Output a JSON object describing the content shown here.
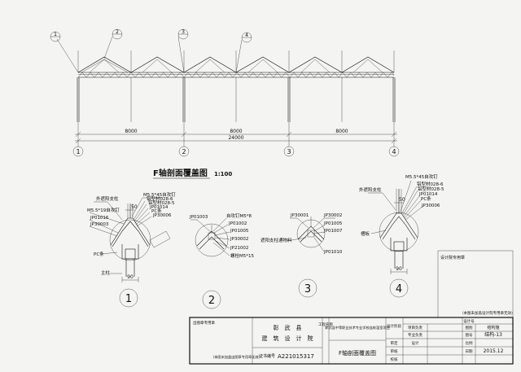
{
  "section": {
    "title": "F轴剖面覆盖图",
    "scale": "1:100",
    "callouts": [
      "1",
      "2",
      "3",
      "4"
    ],
    "grid_axes": [
      "1",
      "2",
      "3",
      "4"
    ],
    "spans": [
      "8000",
      "8000",
      "8000"
    ],
    "total": "24000"
  },
  "detail1": {
    "labels": [
      "M5.5*45自攻钉",
      "铝型材028-6",
      "铝型材028-5",
      "JP01014",
      "PC条",
      "JP30006",
      "外遮阳支柱",
      "M5.5*19自攻钉",
      "JP01016",
      "JP30003",
      "PC条",
      "主柱"
    ],
    "dim_top": "50",
    "dim_bottom": "90",
    "id": "1"
  },
  "detail2": {
    "labels": [
      "JP01003",
      "自攻钉M5*8",
      "JP01002",
      "JP01005",
      "JP30002",
      "JP21002",
      "螺栓M5*15"
    ],
    "id": "2"
  },
  "detail3": {
    "labels": [
      "JP30001",
      "JP30002",
      "JP01005",
      "JP01007",
      "遮阳支柱通物料",
      "JP01010"
    ],
    "id": "3"
  },
  "detail4": {
    "labels": [
      "M5.5*45自攻钉",
      "铝型材028-6",
      "铝型材028-5",
      "JP01014",
      "PC条",
      "JP30006",
      "外遮阳支柱",
      "槽板"
    ],
    "dim_top": "50",
    "dim_bottom": "90",
    "id": "4"
  },
  "side_box": {
    "label": "设计院专用章",
    "note": "（本图未加盖设计院专用章无效）"
  },
  "title_block": {
    "stamp_label": "出图章专用章",
    "stamp_note": "（本图未加盖出图章专用章无效）",
    "firm_line1": "彰　武　县",
    "firm_line2": "建　筑　设　计　院",
    "cert_label": "证书编号",
    "cert_no": "A221015317",
    "project_label": "工程名称",
    "project_name": "彰武县中等职业技术专业学校连栋温室项目",
    "drawing_title": "F轴剖面覆盖图",
    "design_stage_label": "设计阶段",
    "left_roles": [
      "审定",
      "审核",
      "校核"
    ],
    "right_roles": [
      "项目负责",
      "专业负责",
      "设计"
    ],
    "cols": [
      "设计号",
      "图别",
      "图号",
      "比例",
      "日期"
    ],
    "values": [
      "",
      "结构施",
      "结构-13",
      "",
      "2015.12"
    ]
  }
}
